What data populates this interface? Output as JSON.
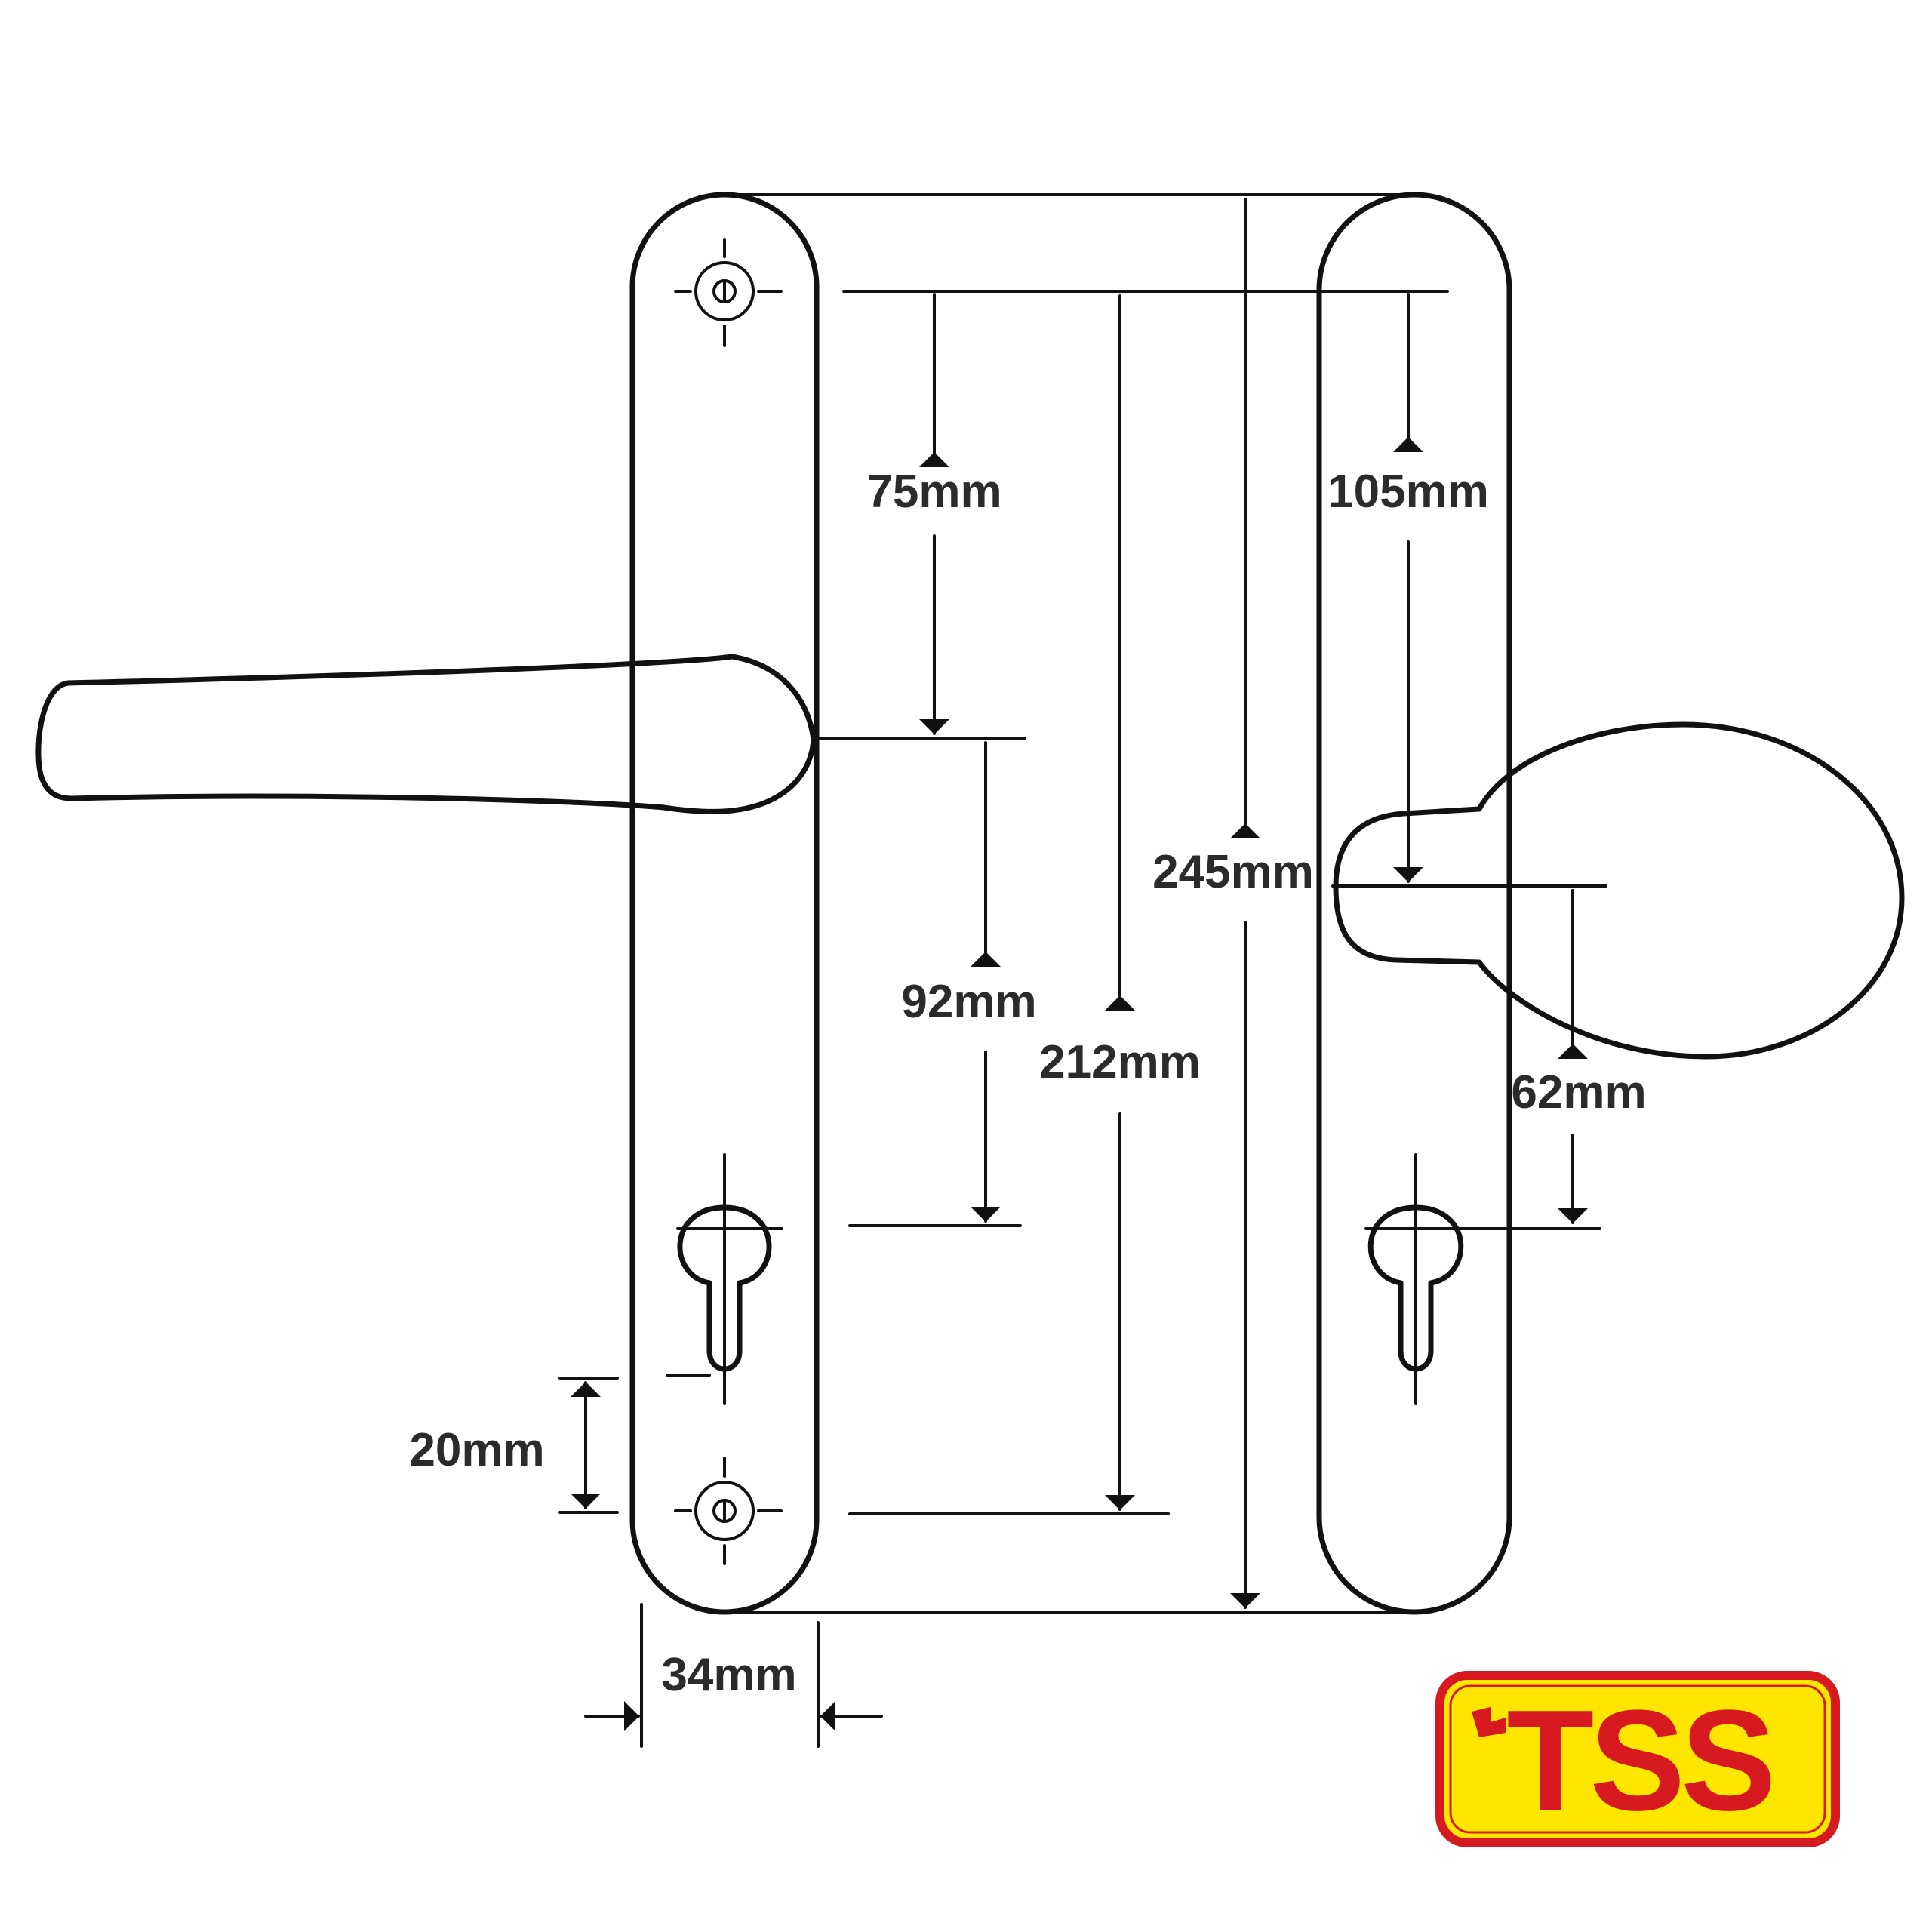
{
  "dimensions": {
    "d75": "75mm",
    "d105": "105mm",
    "d245": "245mm",
    "d92": "92mm",
    "d212": "212mm",
    "d62": "62mm",
    "d20": "20mm",
    "d34": "34mm"
  },
  "logo": {
    "text": "TSS",
    "background_color": "#ffe600",
    "border_color": "#d71920",
    "text_color": "#d71920"
  }
}
